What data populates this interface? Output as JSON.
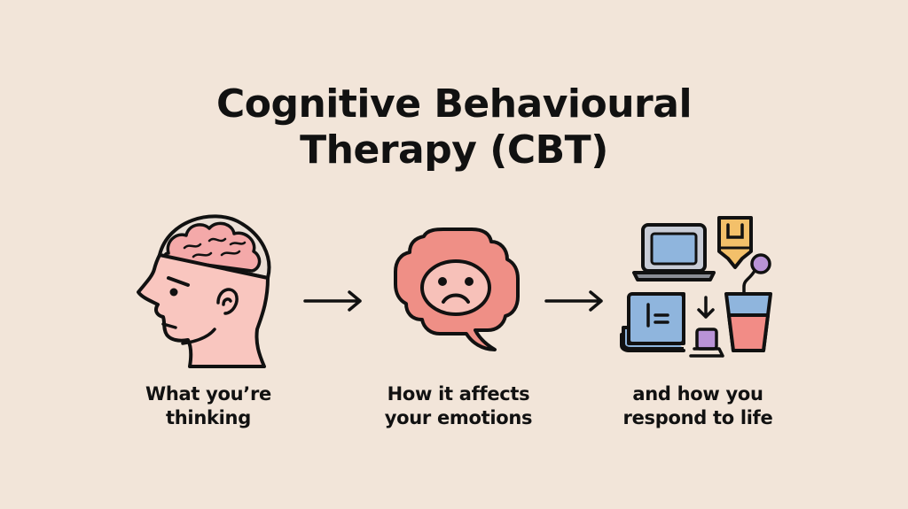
{
  "title": {
    "line1": "Cognitive Behavioural",
    "line2": "Therapy (CBT)"
  },
  "steps": [
    {
      "icon": "head-brain-icon",
      "line1": "What you’re",
      "line2": "thinking"
    },
    {
      "icon": "sad-speech-bubble-icon",
      "line1": "How it affects",
      "line2": "your emotions"
    },
    {
      "icon": "daily-life-activities-icon",
      "line1": "and how you",
      "line2": "respond to life"
    }
  ],
  "arrows": [
    "right-arrow-icon",
    "right-arrow-icon"
  ],
  "colors": {
    "background": "#f2e5d9",
    "skin": "#f9c6bf",
    "bubble": "#ef8f86",
    "face": "#f7c1b9",
    "blue": "#8fb5dd",
    "yellow": "#f3c06a",
    "purple": "#b993d6",
    "red_drink": "#f28c86",
    "outline": "#111111"
  }
}
